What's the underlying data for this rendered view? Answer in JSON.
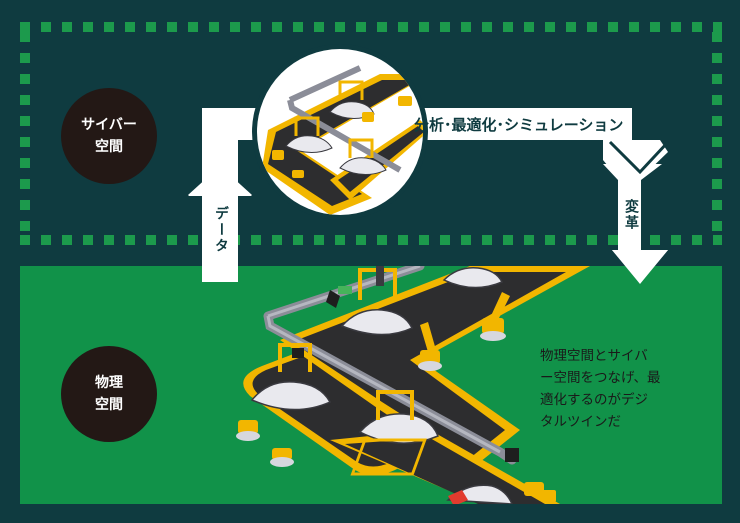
{
  "cyber_label": [
    "サイバー",
    "空間"
  ],
  "physical_label": [
    "物理",
    "空間"
  ],
  "analysis_label": "分析･最適化･シミュレーション",
  "change_label": "変革",
  "data_label": "データ",
  "description_lines": [
    "物理空間とサイバ",
    "ー空間をつなげ、最",
    "適化するのがデジ",
    "タルツインだ"
  ],
  "colors": {
    "cyber_bg": "#0f3b40",
    "physical_bg": "#119249",
    "dash": "#1c9a4c",
    "arrow": "#ffffff",
    "label_circle": "#231815",
    "belt": "#2d2d2f",
    "belt_edge": "#f2b600",
    "robot": "#f2b600"
  },
  "icons": [
    "factory-conveyor-illustration",
    "robot-arm-icon",
    "car-icon"
  ]
}
